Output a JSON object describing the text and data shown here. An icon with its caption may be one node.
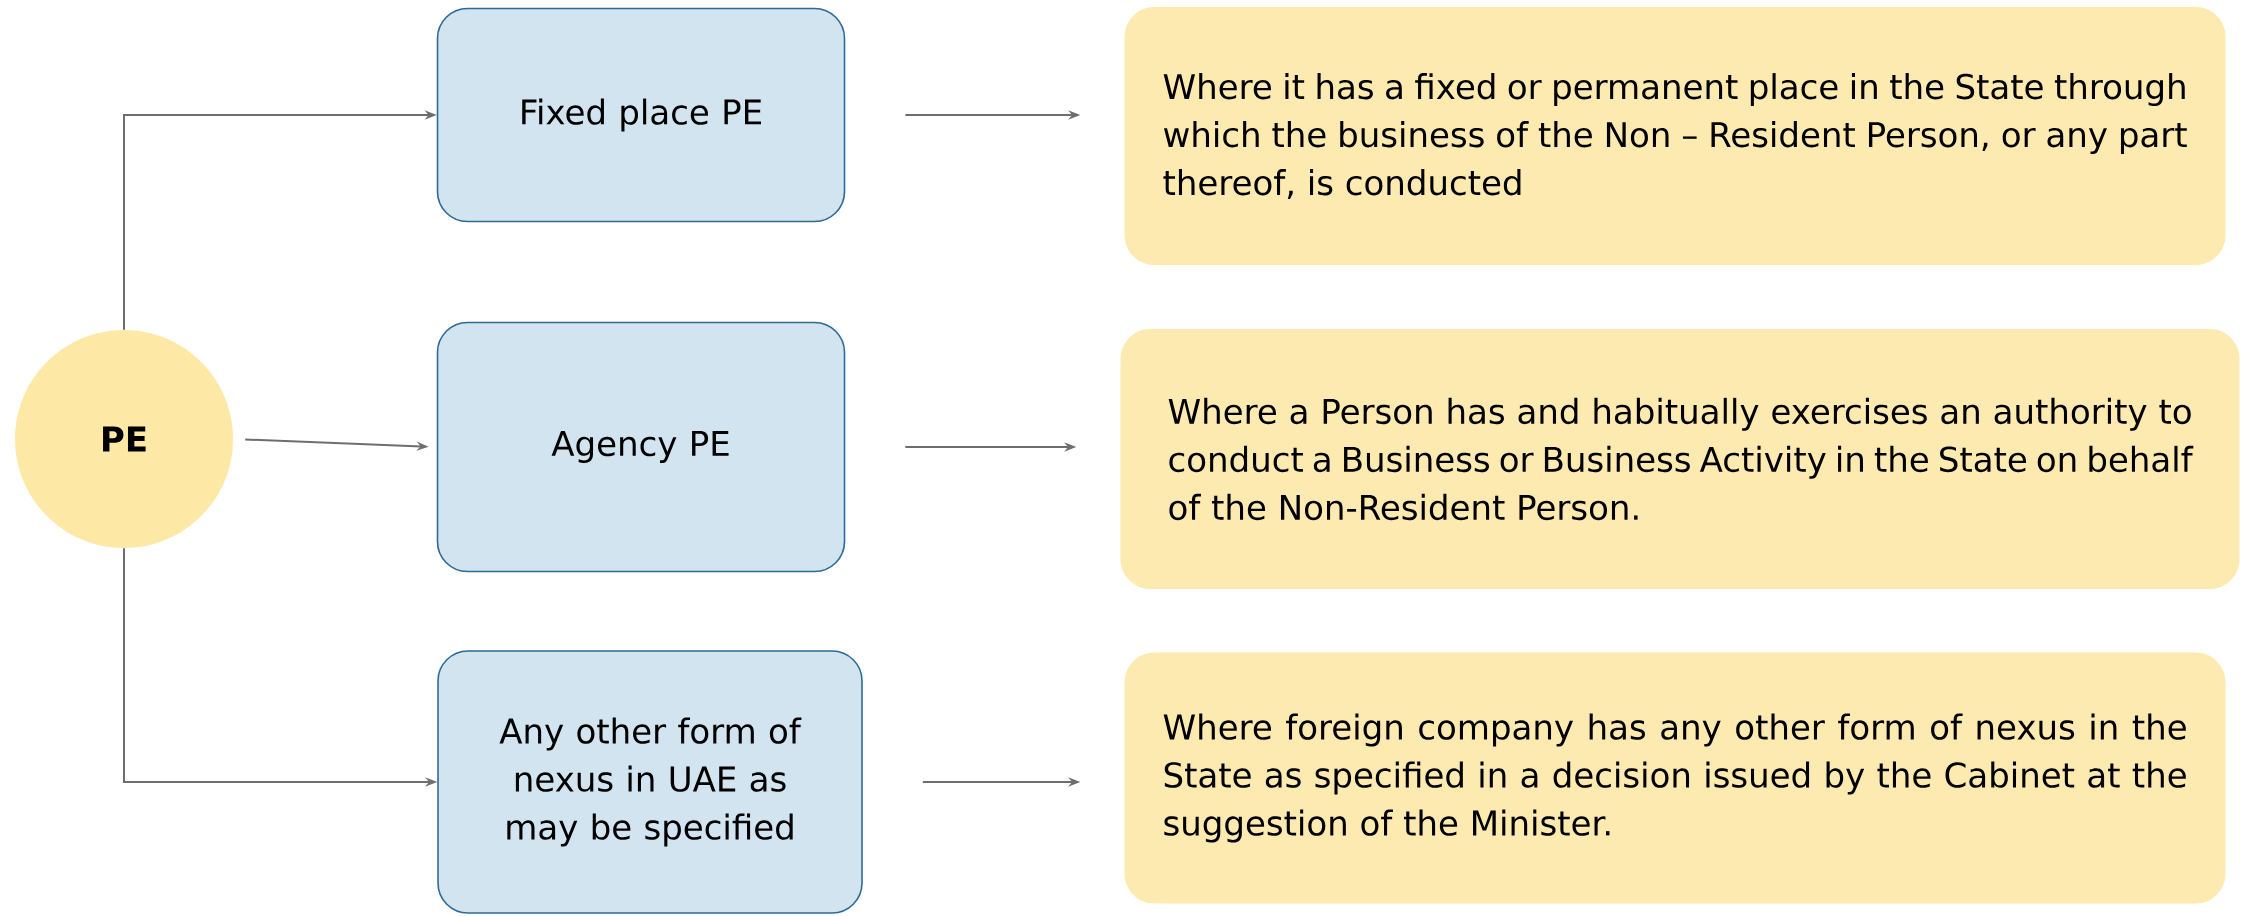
{
  "diagram": {
    "nodes": [
      {
        "text": [
          "PE"
        ]
      },
      {
        "text": [
          "Fixed place PE"
        ]
      },
      {
        "text": [
          "Agency PE"
        ]
      },
      {
        "text": [
          "Any other form of nexus in UAE as may be specified"
        ]
      },
      {
        "text": [
          "Where it has a fixed or permanent place in the State through which the business of the Non – Resident Person, or any part thereof, is conducted"
        ]
      },
      {
        "text": [
          "Where a Person has and habitually exercises an authority to conduct a Business or Business Activity in the State on behalf of the Non-Resident Person."
        ]
      },
      {
        "text": [
          "Where foreign company has any other form of nexus in the State as specified in a decision issued by the Cabinet at the suggestion of the Minister."
        ]
      }
    ],
    "edges": [
      {
        "from": 0,
        "to": 1,
        "arrow": "to"
      },
      {
        "from": 0,
        "to": 2,
        "arrow": "to"
      },
      {
        "from": 0,
        "to": 3,
        "arrow": "to"
      },
      {
        "from": 1,
        "to": 4,
        "arrow": "to"
      },
      {
        "from": 2,
        "to": 5,
        "arrow": "to"
      },
      {
        "from": 3,
        "to": 6,
        "arrow": "to"
      }
    ]
  }
}
